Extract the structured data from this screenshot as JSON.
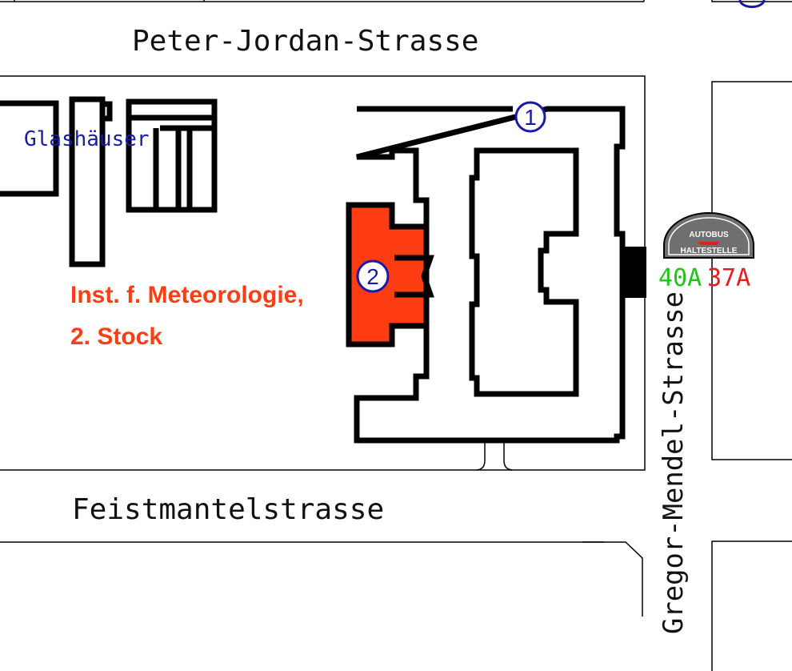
{
  "streets": {
    "north": "Peter-Jordan-Strasse",
    "south": "Feistmantelstrasse",
    "east": "Gregor-Mendel-Strasse"
  },
  "labels": {
    "greenhouses": "Glashäuser",
    "institute_line1": "Inst. f. Meteorologie,",
    "institute_line2": "2. Stock"
  },
  "markers": {
    "entrance_1": "1",
    "entrance_2": "2"
  },
  "bus_stop": {
    "sign_top": "AUTOBUS",
    "sign_bottom": "HALTESTELLE",
    "route_green": "40A",
    "route_red": "37A"
  },
  "colors": {
    "highlight": "#ff3d12",
    "label_blue": "#1a1aa6",
    "route_green": "#21c21a",
    "route_red": "#e02020",
    "sign_grey": "#6f6f6f"
  }
}
